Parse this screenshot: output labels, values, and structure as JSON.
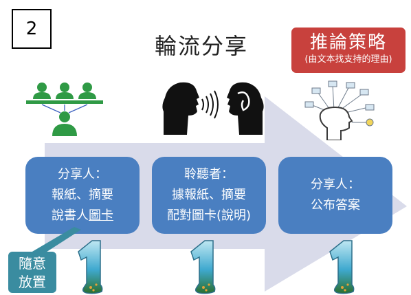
{
  "slide_number": "2",
  "title": "輪流分享",
  "strategy": {
    "title": "推論策略",
    "subtitle": "(由文本找支持的理由)"
  },
  "steps": [
    {
      "heading": "分享人：",
      "line1": "報紙、摘要",
      "line2a": "說書人",
      "line2b": "圖卡"
    },
    {
      "heading": "聆聽者：",
      "line1": "據報紙、摘要",
      "line2a": "配對圖卡(說明)"
    },
    {
      "heading": "分享人：",
      "line1": "公布答案"
    }
  ],
  "note": {
    "line1": "隨意",
    "line2": "放置"
  },
  "colors": {
    "step_fill": "#4a7fc1",
    "strategy_fill": "#c8413d",
    "note_fill": "#3a8ca0",
    "arrow": "#d9dbea",
    "group_icon": "#2f9a45"
  }
}
